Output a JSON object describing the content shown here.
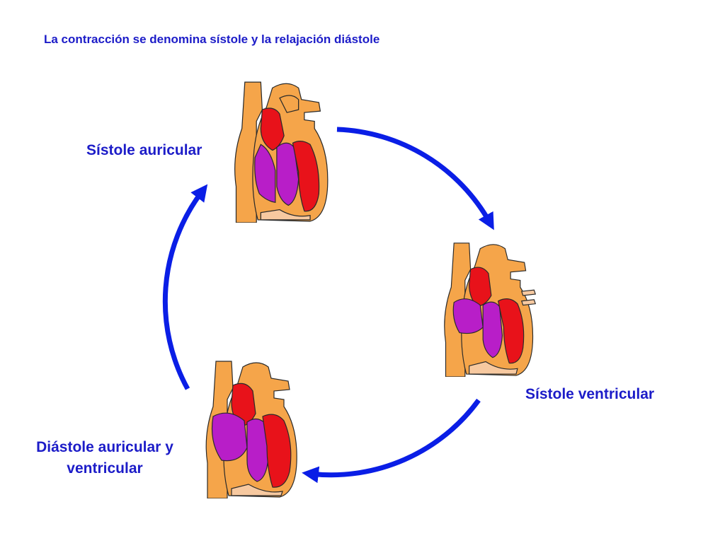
{
  "title": "La contracción se denomina sístole y la relajación diástole",
  "phases": [
    {
      "label": "Sístole auricular"
    },
    {
      "label": "Sístole ventricular"
    },
    {
      "label_line1": "Diástole auricular y",
      "label_line2": "ventricular"
    }
  ],
  "colors": {
    "text": "#1c1cc8",
    "arrow": "#0a1ee6",
    "heart_tissue": "#f5a54a",
    "heart_inner": "#f7c9a0",
    "oxygenated": "#e8121a",
    "deoxygenated": "#b81ec8",
    "outline": "#2a2a2a"
  },
  "icons": [
    "heart-diagram-icon",
    "cycle-arrow-icon"
  ]
}
